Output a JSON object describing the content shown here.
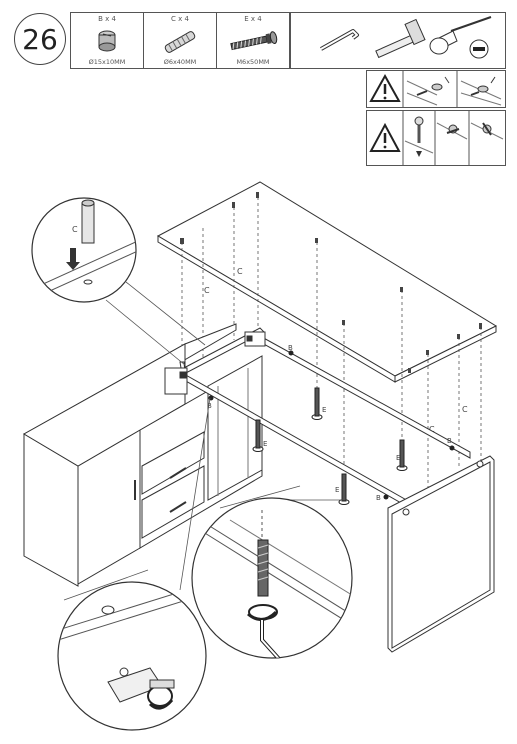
{
  "step": {
    "number": "26"
  },
  "parts": [
    {
      "qty": "B x 4",
      "dimension": "Ø15x10MM",
      "icon": "cam-lock-icon"
    },
    {
      "qty": "C x 4",
      "dimension": "Ø6x40MM",
      "icon": "wooden-dowel-icon"
    },
    {
      "qty": "E x 4",
      "dimension": "M6x50MM",
      "icon": "cam-bolt-icon"
    }
  ],
  "tools": [
    "allen-key-icon",
    "hammer-icon",
    "flat-screwdriver-icon"
  ],
  "labels": {
    "dowel_detail": "C",
    "c_labels": [
      "C",
      "C",
      "C",
      "C"
    ],
    "e_labels": [
      "E",
      "E",
      "E",
      "E"
    ],
    "b_labels": [
      "B",
      "B",
      "B",
      "B"
    ]
  }
}
